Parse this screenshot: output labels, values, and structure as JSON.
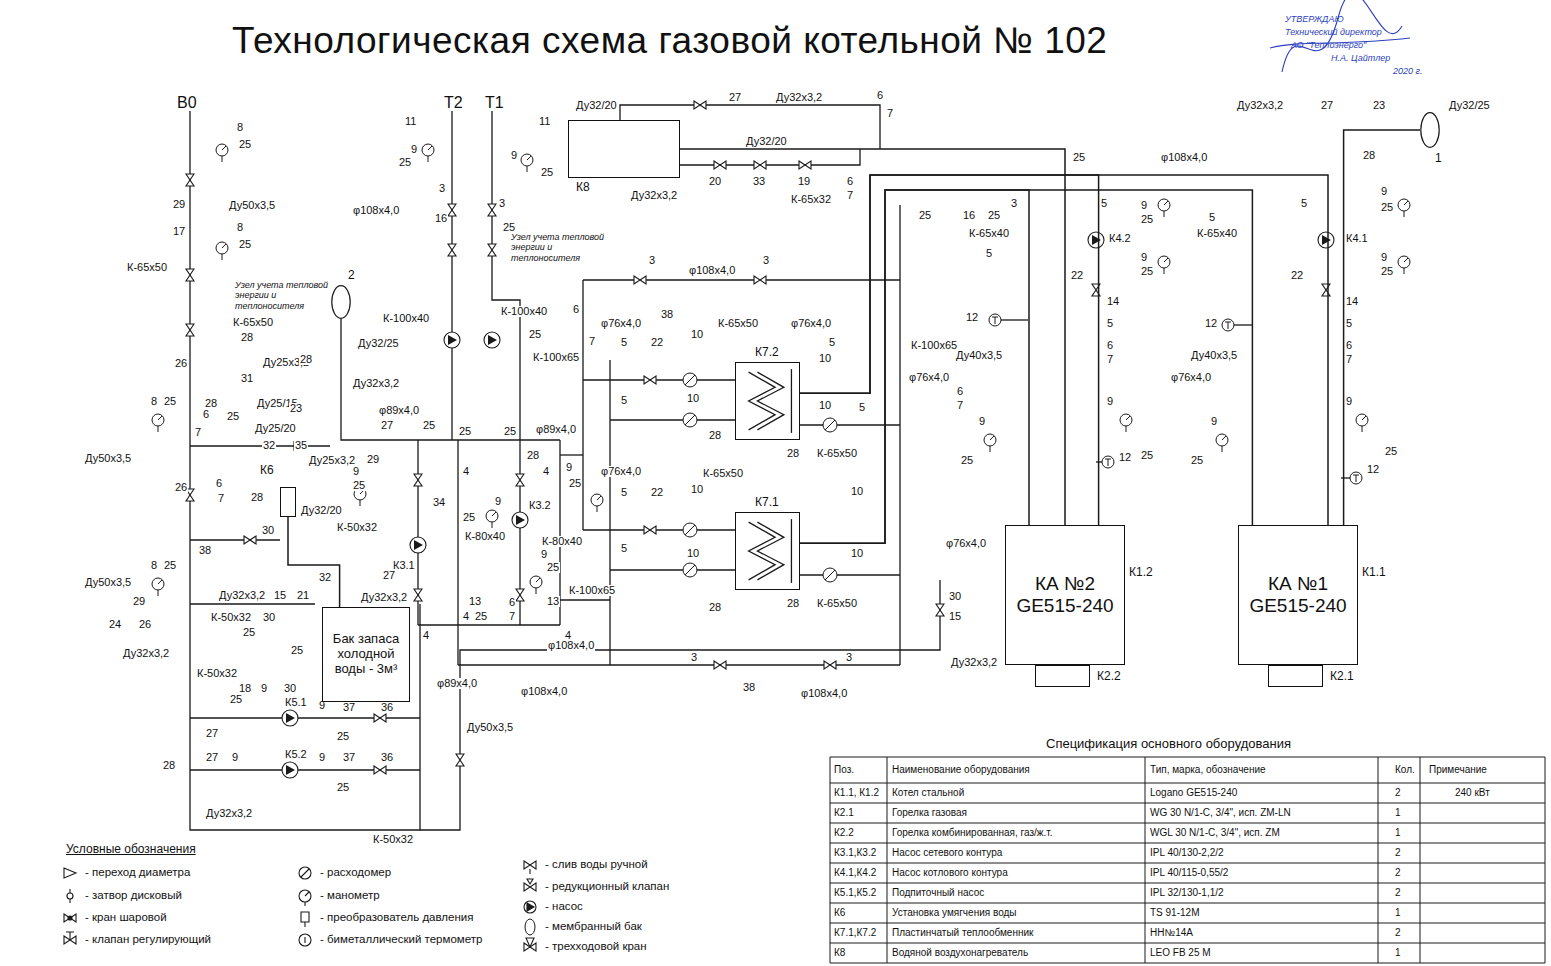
{
  "diagram": {
    "title": "Технологическая схема газовой котельной № 102",
    "nodes": [
      {
        "text": [
          "К8"
        ]
      },
      {
        "text": [
          "К7.2"
        ]
      },
      {
        "text": [
          "К7.1"
        ]
      },
      {
        "text": [
          "КА №2 GE515-240",
          "К1.2"
        ]
      },
      {
        "text": [
          "К2.2"
        ]
      },
      {
        "text": [
          "КА №1 GE515-240",
          "К1.1"
        ]
      },
      {
        "text": [
          "К2.1"
        ]
      },
      {
        "text": [
          "Бак запаса холодной воды - 3м³"
        ]
      },
      {
        "text": [
          "К6"
        ]
      },
      {
        "text": [
          "2"
        ]
      },
      {
        "text": [
          "1"
        ]
      }
    ],
    "edges": [
      {
        "from": 3,
        "to": 1,
        "arrow": "none"
      },
      {
        "from": 5,
        "to": 1,
        "arrow": "none"
      },
      {
        "from": 3,
        "to": 2,
        "arrow": "none"
      },
      {
        "from": 5,
        "to": 2,
        "arrow": "none"
      },
      {
        "from": 0,
        "to": 3,
        "arrow": "none"
      },
      {
        "from": 8,
        "to": 7,
        "arrow": "none"
      },
      {
        "from": 10,
        "to": 5,
        "arrow": "none"
      }
    ],
    "labels": [
      "УТВЕРЖДАЮ",
      "Технический директор",
      "АО \"Теплоэнерго\"",
      "Н.А. Цайтлер",
      "2020 г.",
      "В0",
      "Т2",
      "Т1",
      "8",
      "25",
      "29",
      "17",
      "Ду50x3,5",
      "8",
      "25",
      "К-65x50",
      "Узел учета тепловой энергии и теплоносителя",
      "К-65x50",
      "28",
      "Ду25x3,2",
      "26",
      "31",
      "28",
      "Ду25/15",
      "8",
      "25",
      "6",
      "25",
      "7",
      "Ду25/20",
      "32",
      "35",
      "Ду25x3,2",
      "Ду50x3,5",
      "26",
      "6",
      "7",
      "28",
      "38",
      "30",
      "Ду32/20",
      "К-50x32",
      "32",
      "27",
      "8",
      "25",
      "Ду50x3,5",
      "29",
      "Ду32x3,2",
      "15",
      "21",
      "Ду32x3,2",
      "К-50x32",
      "30",
      "24",
      "26",
      "Ду32x3,2",
      "25",
      "25",
      "К-50x32",
      "18",
      "9",
      "30",
      "25",
      "К5.1",
      "9",
      "37",
      "36",
      "25",
      "27",
      "27",
      "9",
      "К5.2",
      "9",
      "25",
      "37",
      "36",
      "28",
      "Ду32x3,2",
      "К-50x32",
      "Ду50x3,5",
      "11",
      "9",
      "25",
      "11",
      "9",
      "25",
      "φ108x4,0",
      "3",
      "3",
      "16",
      "25",
      "Узел учета тепловой энергии и теплоносителя",
      "К-100x40",
      "К-100x40",
      "25",
      "6",
      "7",
      "Ду32/25",
      "28",
      "Ду32x3,2",
      "23",
      "φ89x4,0",
      "27",
      "25",
      "25",
      "25",
      "28",
      "φ89x4,0",
      "29",
      "9",
      "25",
      "4",
      "4",
      "9",
      "25",
      "34",
      "25",
      "9",
      "К3.2",
      "К-80x40",
      "К-80x40",
      "9",
      "25",
      "К3.1",
      "К-100x65",
      "13",
      "13",
      "4",
      "25",
      "6",
      "7",
      "4",
      "4",
      "φ89x4,0",
      "φ108x4,0",
      "φ108x4,0",
      "3",
      "3",
      "φ108x4,0",
      "38",
      "φ76x4,0",
      "10",
      "К-65x50",
      "φ76x4,0",
      "5",
      "22",
      "К-100x65",
      "5",
      "10",
      "10",
      "5",
      "10",
      "28",
      "28",
      "К-65x50",
      "5",
      "К-100x65",
      "φ76x4,0",
      "5",
      "22",
      "10",
      "К-65x50",
      "φ76x4,0",
      "10",
      "10",
      "5",
      "10",
      "28",
      "28",
      "К-65x50",
      "3",
      "38",
      "3",
      "φ108x4,0",
      "30",
      "15",
      "Ду32x3,2",
      "Ду32/20",
      "27",
      "Ду32x3,2",
      "6",
      "7",
      "Ду32/20",
      "20",
      "33",
      "19",
      "Ду32x3,2",
      "К-65x32",
      "6",
      "7",
      "φ108x4,0",
      "Ду32x3,2",
      "27",
      "23",
      "Ду32/25",
      "28",
      "25",
      "16",
      "25",
      "25",
      "3",
      "5",
      "9",
      "25",
      "5",
      "9",
      "25",
      "К-65x40",
      "К4.2",
      "9",
      "25",
      "К-65x40",
      "К4.1",
      "9",
      "25",
      "5",
      "5",
      "22",
      "14",
      "22",
      "14",
      "12",
      "12",
      "5",
      "5",
      "Ду40x3,5",
      "Ду40x3,5",
      "6",
      "7",
      "6",
      "7",
      "φ76x4,0",
      "φ76x4,0",
      "6",
      "7",
      "9",
      "9",
      "25",
      "9",
      "9",
      "25",
      "25",
      "25",
      "12",
      "12",
      "Условные обозначения",
      "Спецификация основного оборудования",
      "Поз.",
      "Наименование оборудования",
      "Тип, марка, обозначение",
      "Кол.",
      "Примечание",
      "К1.1, К1.2",
      "Котел стальной",
      "Logano GE515-240",
      "2",
      "240 кВт",
      "К2.1",
      "Горелка газовая",
      "WG 30 N/1-C, 3/4\", исп. ZM-LN",
      "1",
      "К2.2",
      "Горелка комбинированная, газ/ж.т.",
      "WGL 30 N/1-C, 3/4\", исп. ZM",
      "1",
      "К3.1,К3.2",
      "Насос сетевого контура",
      "IPL 40/130-2,2/2",
      "2",
      "К4.1,К4.2",
      "Насос котлового контура",
      "IPL 40/115-0,55/2",
      "2",
      "К5.1,К5.2",
      "Подпиточный насос",
      "IPL 32/130-1,1/2",
      "2",
      "К6",
      "Установка умягчения воды",
      "TS 91-12M",
      "1",
      "К7.1,К7.2",
      "Пластинчатый теплообменник",
      "HH№14A",
      "2",
      "К8",
      "Водяной воздухонагреватель",
      "LEO FB 25 M",
      "1"
    ],
    "legend": [
      {
        "text": "- переход диаметра"
      },
      {
        "text": "- затвор дисковый"
      },
      {
        "text": "- кран шаровой"
      },
      {
        "text": "- клапан регулирующий"
      },
      {
        "text": "- расходомер"
      },
      {
        "text": "- манометр"
      },
      {
        "text": "- преобразователь давления"
      },
      {
        "text": "- биметаллический термометр"
      },
      {
        "text": "- слив воды ручной"
      },
      {
        "text": "- редукционный клапан"
      },
      {
        "text": "- насос"
      },
      {
        "text": "- мембранный бак"
      },
      {
        "text": "- трехходовой кран"
      }
    ]
  }
}
